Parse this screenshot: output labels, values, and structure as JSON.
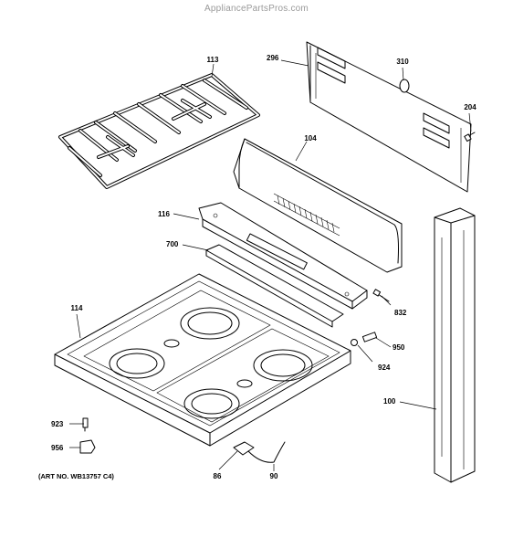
{
  "watermark": "AppliancePartsPros.com",
  "art_number": "(ART NO. WB13757 C4)",
  "parts": [
    {
      "id": "113"
    },
    {
      "id": "296"
    },
    {
      "id": "310"
    },
    {
      "id": "204"
    },
    {
      "id": "104"
    },
    {
      "id": "116"
    },
    {
      "id": "700"
    },
    {
      "id": "114"
    },
    {
      "id": "832"
    },
    {
      "id": "950"
    },
    {
      "id": "924"
    },
    {
      "id": "100"
    },
    {
      "id": "923"
    },
    {
      "id": "956"
    },
    {
      "id": "86"
    },
    {
      "id": "90"
    }
  ]
}
